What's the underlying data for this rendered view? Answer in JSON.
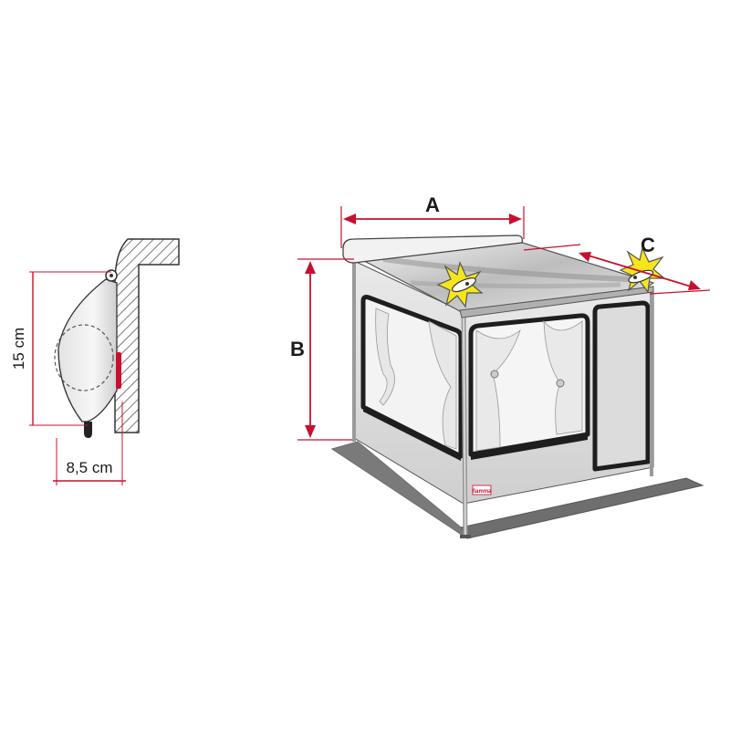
{
  "side_profile": {
    "height_label": "15 cm",
    "depth_label": "8,5 cm"
  },
  "awning": {
    "width_label": "A",
    "height_label": "B",
    "depth_label": "C",
    "brand_tag": "fiamma"
  },
  "colors": {
    "dimension_red": "#c8102e",
    "frame_dark": "#2b2b2b",
    "panel_grey": "#d9d9d9",
    "floor_grey": "#6e6e6e",
    "star_yellow": "#f5e61c"
  }
}
